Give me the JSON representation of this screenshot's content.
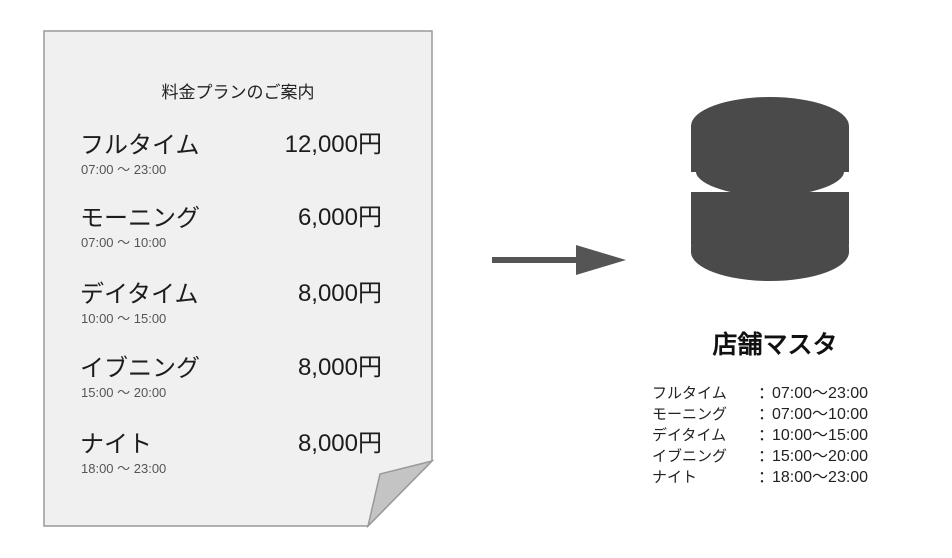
{
  "flyer": {
    "title": "料金プランのご案内",
    "plans": [
      {
        "name": "フルタイム",
        "time": "07:00 ～ 23:00",
        "price": "12,000円"
      },
      {
        "name": "モーニング",
        "time": "07:00 ～ 10:00",
        "price": "6,000円"
      },
      {
        "name": "デイタイム",
        "time": "10:00 ～ 15:00",
        "price": "8,000円"
      },
      {
        "name": "イブニング",
        "time": "15:00 ～ 20:00",
        "price": "8,000円"
      },
      {
        "name": "ナイト",
        "time": "18:00 ～ 23:00",
        "price": "8,000円"
      }
    ]
  },
  "arrow": {
    "icon": "right-arrow-icon",
    "color": "#555555"
  },
  "database": {
    "icon": "database-icon",
    "color": "#4a4a4a"
  },
  "master": {
    "title": "店舗マスタ",
    "separator": "：",
    "rows": [
      {
        "name": "フルタイム",
        "time": "07:00～23:00"
      },
      {
        "name": "モーニング",
        "time": "07:00～10:00"
      },
      {
        "name": "デイタイム",
        "time": "10:00～15:00"
      },
      {
        "name": "イブニング",
        "time": "15:00～20:00"
      },
      {
        "name": "ナイト",
        "time": "18:00～23:00"
      }
    ]
  }
}
